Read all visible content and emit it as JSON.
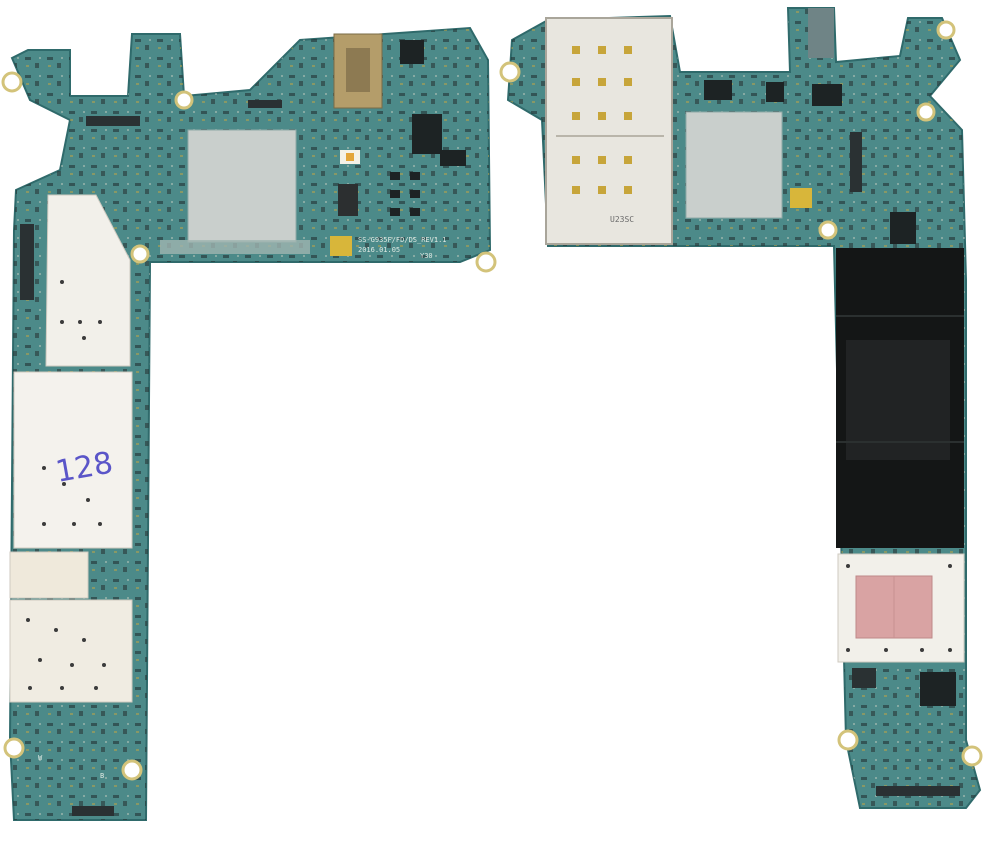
{
  "image": {
    "subject": "two-smartphone-logic-board-halves",
    "background": "white"
  },
  "left_board": {
    "silkscreen_line1": "SS-G935F/FD/DS_REV1.1",
    "silkscreen_line2": "2016.01.05",
    "silkscreen_line3": "Y30",
    "handwritten_mark": "128",
    "letter_a": "W",
    "letter_b": "B"
  },
  "right_board": {
    "sim_tray_code": "U23SC"
  },
  "colors": {
    "pcb": "#4c8a89",
    "pcb_dark": "#2f6a6b",
    "shield": "#f2f0ea",
    "black_shield": "#141616",
    "thermal_pad": "#d9a3a3",
    "gold": "#c8a12d"
  }
}
